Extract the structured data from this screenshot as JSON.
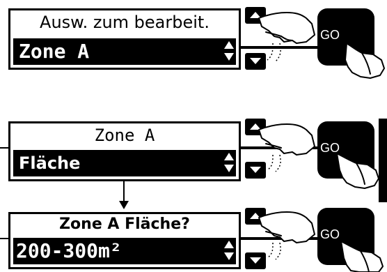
{
  "panels": [
    {
      "line1": "Ausw. zum bearbeit.",
      "line2": "Zone A",
      "go_label": "GO"
    },
    {
      "line1": "Zone A",
      "line2": "Fläche",
      "go_label": "GO"
    },
    {
      "line1": "Zone A Fläche?",
      "line2": "200-300m²",
      "go_label": "GO"
    }
  ],
  "icons": {
    "scroll_arrows": "up-down-arrows-icon",
    "press_hand": "pointing-hand-icon",
    "flow_arrow": "down-arrow-icon"
  },
  "colors": {
    "ink": "#000000",
    "paper": "#ffffff"
  }
}
